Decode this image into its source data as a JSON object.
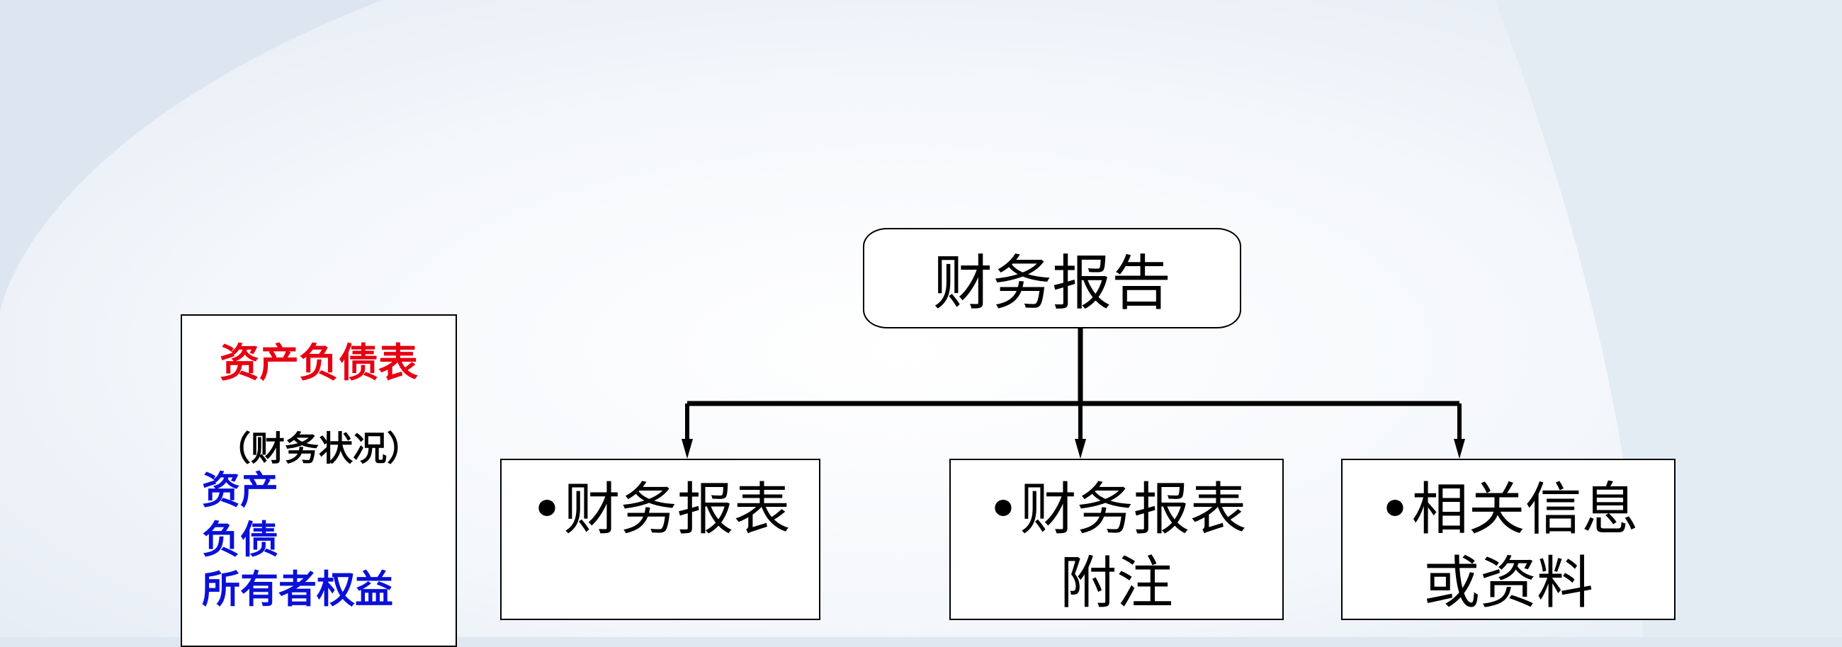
{
  "diagram": {
    "root": {
      "label": "财务报告"
    },
    "children": [
      {
        "label_lines": [
          "•财务报表"
        ]
      },
      {
        "label_lines": [
          "•财务报表",
          "附注"
        ]
      },
      {
        "label_lines": [
          "•相关信息",
          "或资料"
        ]
      }
    ]
  },
  "side_panel": {
    "heading": "资产负债表",
    "subheading": "（财务状况）",
    "items": [
      "资产",
      "负债",
      "所有者权益"
    ],
    "colors": {
      "heading": "#e60012",
      "items": "#0a10d6"
    }
  }
}
